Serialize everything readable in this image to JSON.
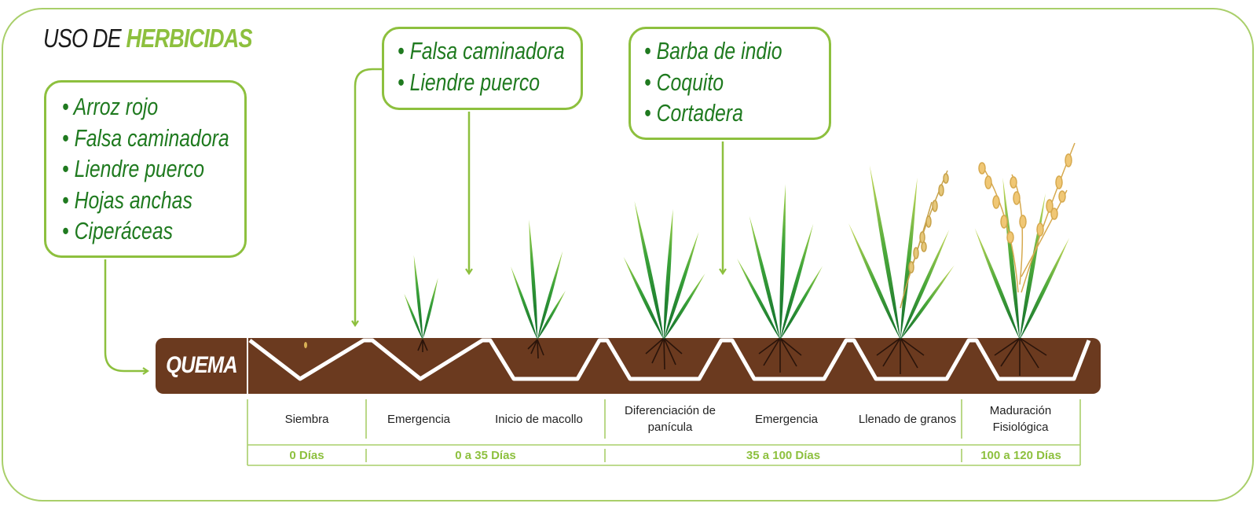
{
  "title": {
    "prefix": "USO DE",
    "highlight": "HERBICIDAS"
  },
  "weed_boxes": [
    {
      "items": [
        "Arroz rojo",
        "Falsa caminadora",
        "Liendre puerco",
        "Hojas anchas",
        "Ciperáceas"
      ]
    },
    {
      "items": [
        "Falsa caminadora",
        "Liendre puerco"
      ]
    },
    {
      "items": [
        "Barba de indio",
        "Coquito",
        "Cortadera"
      ]
    }
  ],
  "quema_label": "QUEMA",
  "stages": [
    "Siembra",
    "Emergencia",
    "Inicio de macollo",
    "Diferenciación de panícula",
    "Emergencia",
    "Llenado de granos",
    "Maduración Fisiológica"
  ],
  "day_ranges": [
    "0 Días",
    "0 a 35 Días",
    "35 a 100 Días",
    "100 a 120 Días"
  ],
  "colors": {
    "accent_green": "#8dc03e",
    "text_green": "#1f7a1f",
    "soil_brown": "#6b3a1f",
    "frame_green": "#a9cf6a"
  }
}
